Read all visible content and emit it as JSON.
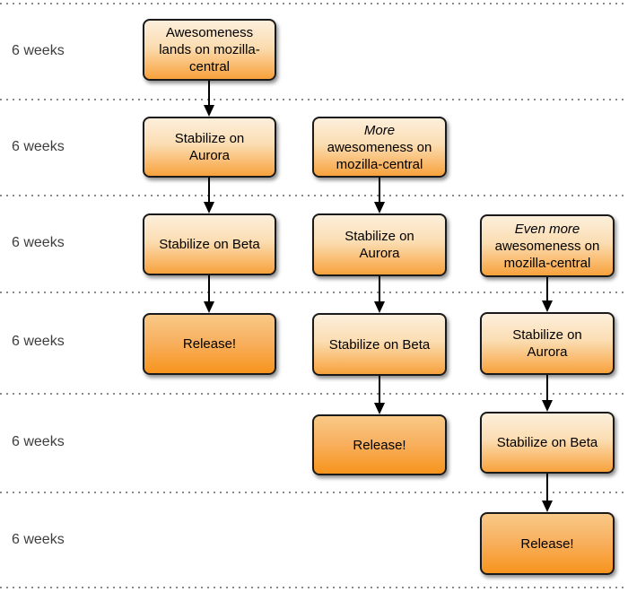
{
  "diagram": {
    "description": "release-train-flow",
    "rows": [
      {
        "label": "6 weeks"
      },
      {
        "label": "6 weeks"
      },
      {
        "label": "6 weeks"
      },
      {
        "label": "6 weeks"
      },
      {
        "label": "6 weeks"
      },
      {
        "label": "6 weeks"
      }
    ],
    "boxes": [
      {
        "type": "milestone",
        "lines": [
          "Awesomeness",
          "lands on mozilla-",
          "central"
        ]
      },
      {
        "type": "milestone",
        "lines": [
          "Stabilize on",
          "Aurora"
        ]
      },
      {
        "type": "milestone",
        "lines": [
          "More",
          "awesomeness on",
          "mozilla-central"
        ]
      },
      {
        "type": "milestone",
        "lines": [
          "Stabilize on Beta"
        ]
      },
      {
        "type": "milestone",
        "lines": [
          "Stabilize on",
          "Aurora"
        ]
      },
      {
        "type": "milestone",
        "lines": [
          "Even more",
          "awesomeness on",
          "mozilla-central"
        ]
      },
      {
        "type": "release",
        "lines": [
          "Release!"
        ]
      },
      {
        "type": "milestone",
        "lines": [
          "Stabilize on Beta"
        ]
      },
      {
        "type": "milestone",
        "lines": [
          "Stabilize on",
          "Aurora"
        ]
      },
      {
        "type": "release",
        "lines": [
          "Release!"
        ]
      },
      {
        "type": "milestone",
        "lines": [
          "Stabilize on Beta"
        ]
      },
      {
        "type": "release",
        "lines": [
          "Release!"
        ]
      }
    ],
    "colors": {
      "box_gradient_top": "#FCEFDC",
      "box_gradient_bottom": "#F8A23C",
      "release_gradient_top": "#F9C987",
      "release_gradient_bottom": "#F7941D",
      "box_border": "#1A1A1A",
      "row_label_text": "#3D3D3D",
      "divider_dots": "#8A8A8A",
      "arrow": "#000000",
      "background": "#FFFFFF"
    }
  }
}
